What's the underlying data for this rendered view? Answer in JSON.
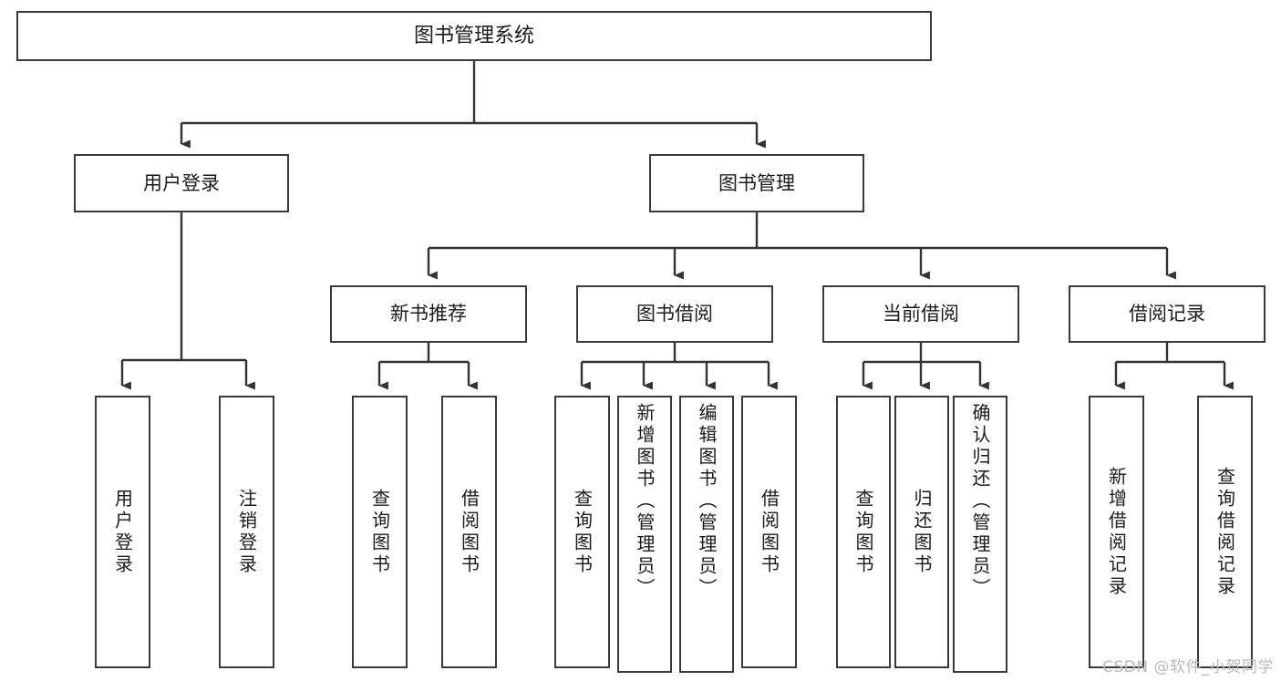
{
  "diagram": {
    "title": "图书管理系统",
    "type": "tree",
    "colors": {
      "box_border": "#3a3a3a",
      "box_fill": "#ffffff",
      "line": "#333333",
      "text": "#1b1b1b",
      "watermark": "#b9b9b9"
    },
    "root": {
      "label": "图书管理系统"
    },
    "level2": [
      {
        "key": "user_login",
        "label": "用户登录"
      },
      {
        "key": "book_manage",
        "label": "图书管理"
      }
    ],
    "level3": [
      {
        "key": "new_book_rec",
        "label": "新书推荐"
      },
      {
        "key": "book_borrow",
        "label": "图书借阅"
      },
      {
        "key": "current_borrow",
        "label": "当前借阅"
      },
      {
        "key": "borrow_record",
        "label": "借阅记录"
      }
    ],
    "leaves": {
      "user_login": [
        {
          "key": "login",
          "label": "用户登录"
        },
        {
          "key": "logout",
          "label": "注销登录"
        }
      ],
      "new_book_rec": [
        {
          "key": "query_book_1",
          "label": "查询图书"
        },
        {
          "key": "borrow_book_1",
          "label": "借阅图书"
        }
      ],
      "book_borrow": [
        {
          "key": "query_book_2",
          "label": "查询图书"
        },
        {
          "key": "add_book",
          "label": "新增图书（管理员）"
        },
        {
          "key": "edit_book",
          "label": "编辑图书（管理员）"
        },
        {
          "key": "borrow_book_2",
          "label": "借阅图书"
        }
      ],
      "current_borrow": [
        {
          "key": "query_book_3",
          "label": "查询图书"
        },
        {
          "key": "return_book",
          "label": "归还图书"
        },
        {
          "key": "confirm_return",
          "label": "确认归还（管理员）"
        }
      ],
      "borrow_record": [
        {
          "key": "add_record",
          "label": "新增借阅记录"
        },
        {
          "key": "query_record",
          "label": "查询借阅记录"
        }
      ]
    }
  },
  "watermark": {
    "text": "CSDN @软件_小贺同学"
  }
}
